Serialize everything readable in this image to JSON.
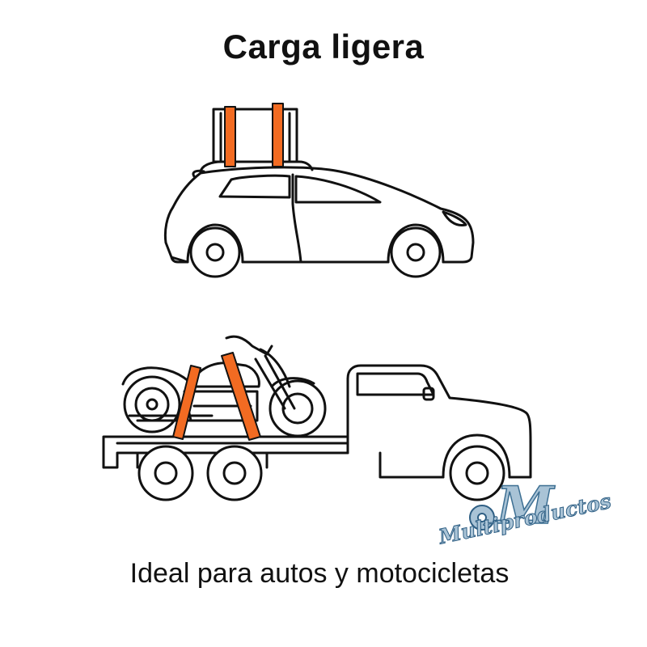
{
  "title": "Carga ligera",
  "caption": "Ideal para autos y motocicletas",
  "watermark": {
    "monogram": "M",
    "text": "Multiproductos"
  },
  "colors": {
    "strap": "#f26b22",
    "outline": "#111111",
    "background": "#ffffff",
    "watermark": "#a9c3d6"
  },
  "illustrations": [
    "car-with-roof-cargo",
    "tow-truck-with-motorcycle"
  ]
}
